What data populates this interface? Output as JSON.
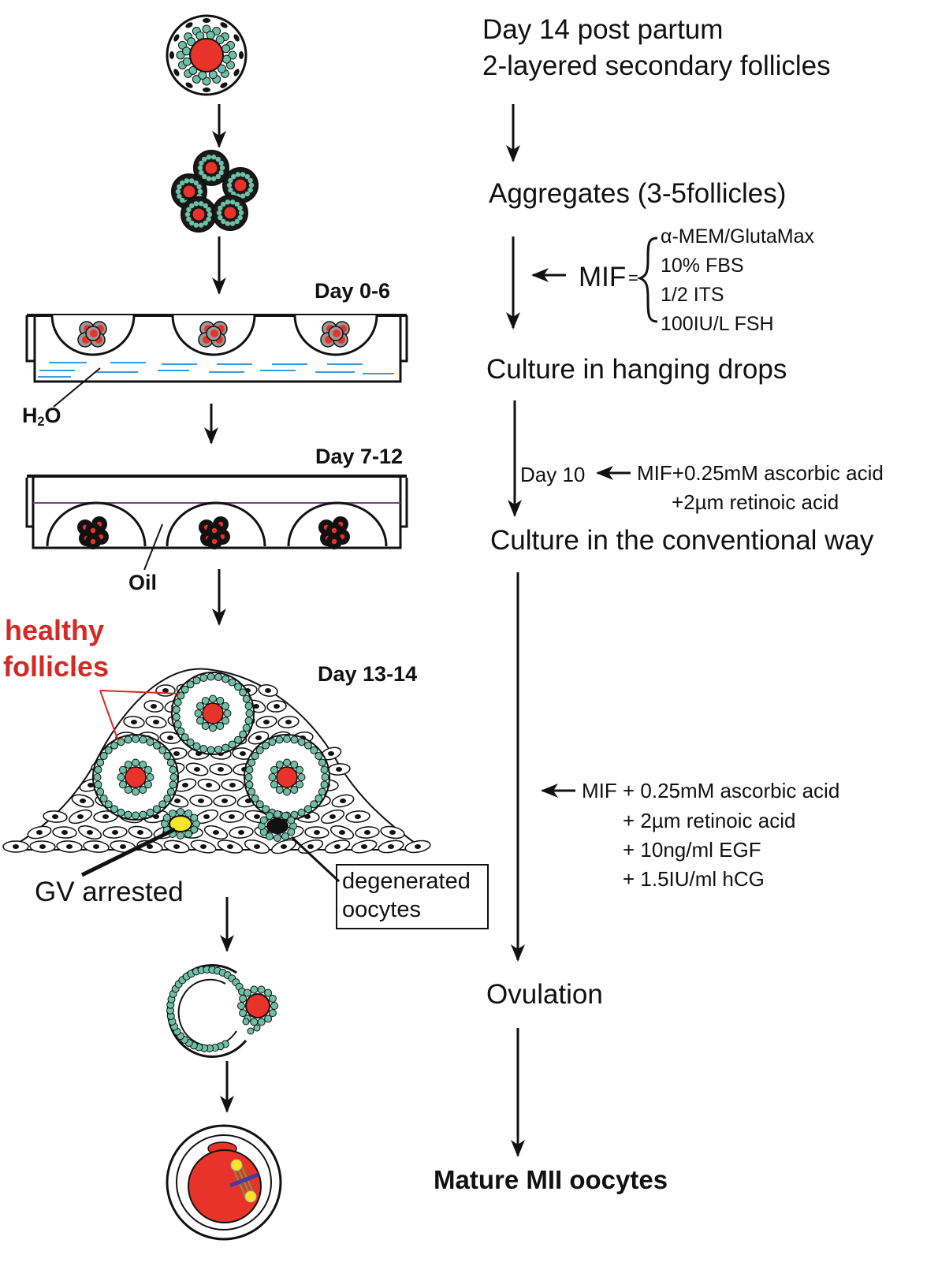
{
  "colors": {
    "oocyte": "#e8332a",
    "granulosa": "#6dbfa6",
    "theca": "#111111",
    "water": "#3a9ad9",
    "oil_line": "#7a3c8c",
    "label_red": "#d32a25",
    "gv_yellow": "#f5e629"
  },
  "right_column": {
    "start_line1": "Day 14 post partum",
    "start_line2": "2-layered secondary follicles",
    "aggregates": "Aggregates (3-5follicles)",
    "mif_label": "MIF",
    "mif_equals": "=",
    "mif_components": [
      "α-MEM/GlutaMax",
      "10% FBS",
      "1/2 ITS",
      "100IU/L FSH"
    ],
    "hanging_drops": "Culture in hanging drops",
    "day10": "Day 10",
    "day10_additive1": "MIF+0.25mM ascorbic acid",
    "day10_additive2": "+2µm retinoic acid",
    "conventional": "Culture in the conventional way",
    "late_additives": [
      "MIF + 0.25mM ascorbic acid",
      "+ 2µm retinoic acid",
      "+ 10ng/ml EGF",
      "+ 1.5IU/ml hCG"
    ],
    "ovulation": "Ovulation",
    "final": "Mature MII oocytes"
  },
  "left_column": {
    "day_0_6": "Day 0-6",
    "h2o_h": "H",
    "h2o_2": "2",
    "h2o_o": "O",
    "day_7_12": "Day 7-12",
    "oil": "Oil",
    "healthy": "healthy",
    "follicles": "follicles",
    "day_13_14": "Day 13-14",
    "gv_arrested": "GV arrested",
    "degenerated1": "degenerated",
    "degenerated2": "oocytes"
  }
}
